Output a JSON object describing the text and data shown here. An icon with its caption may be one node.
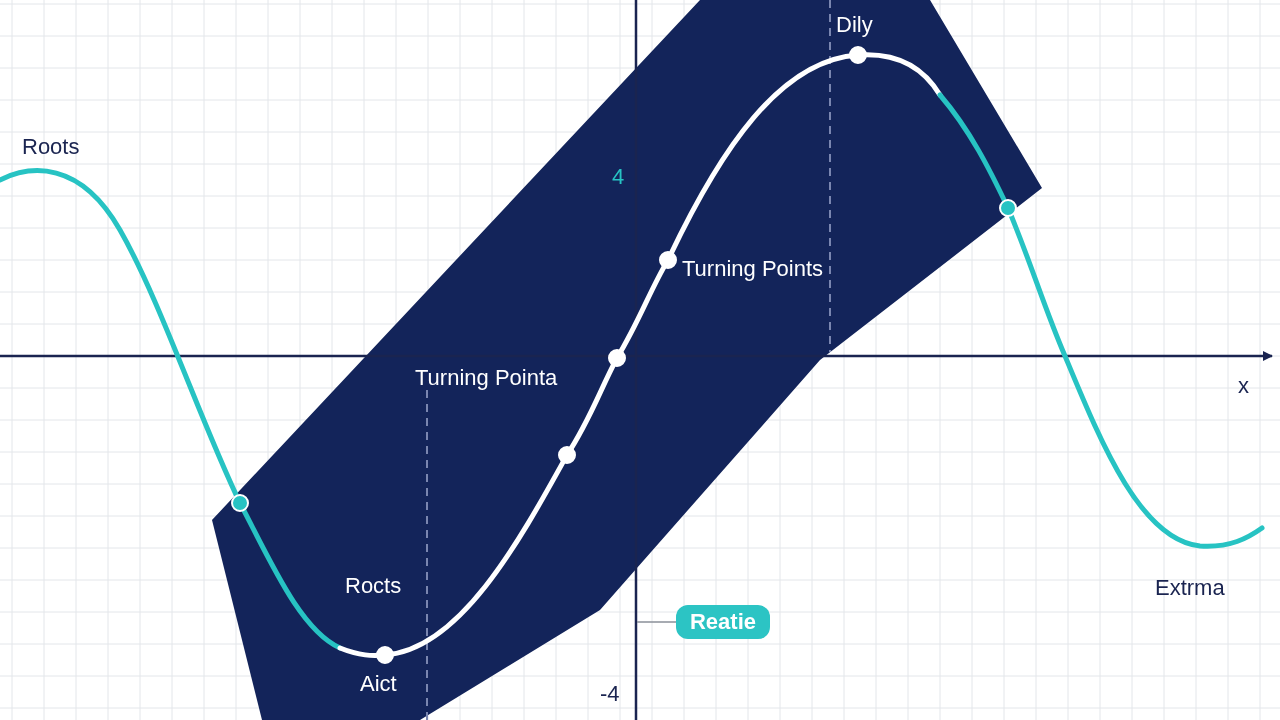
{
  "diagram": {
    "nodes": [
      {
        "text": [
          "Reatie"
        ]
      },
      {
        "text": [],
        "shape": "line"
      }
    ],
    "edges": [
      {
        "from": 0,
        "to": 1,
        "arrow": "none"
      }
    ],
    "labels": [
      "Dily",
      "Roots",
      "4",
      "Turning Points",
      "Turning Pointa",
      "x",
      "Rocts",
      "Extrma",
      "Aict",
      "-4"
    ]
  }
}
